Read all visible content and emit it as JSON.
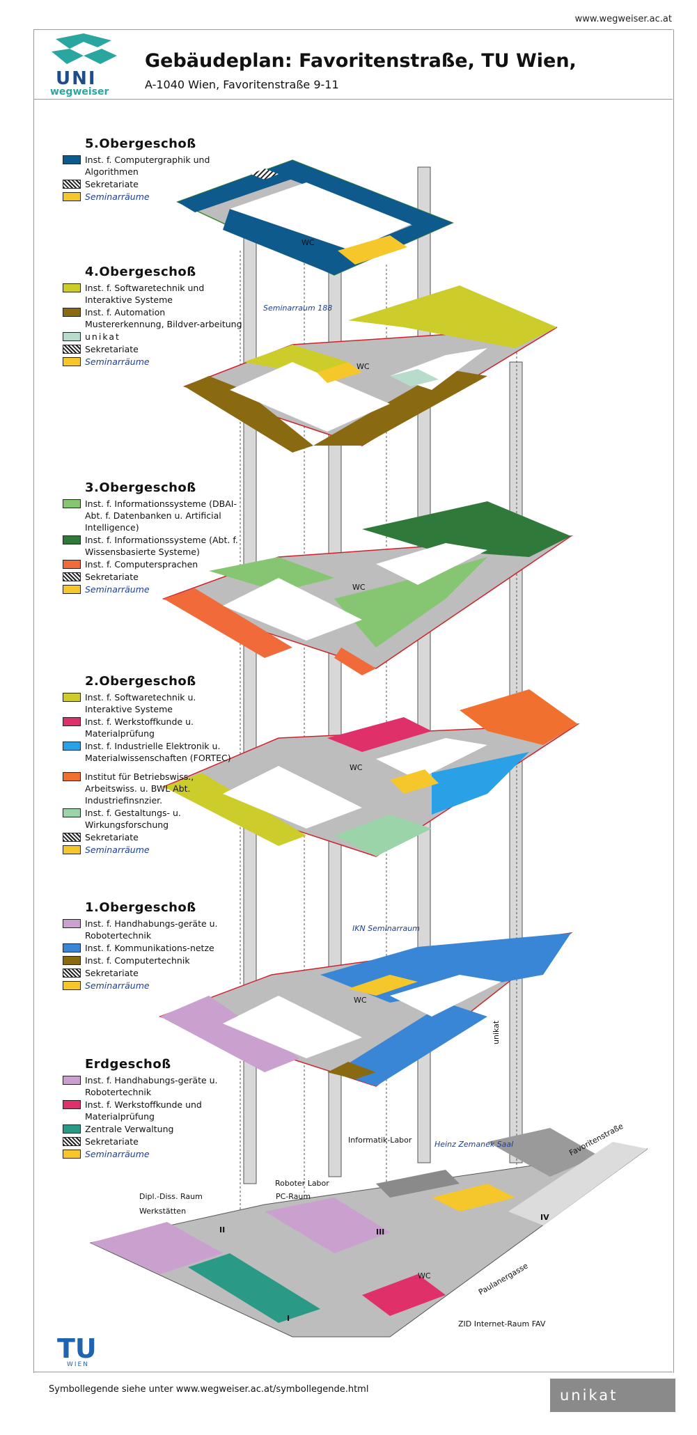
{
  "header": {
    "site_url": "www.wegweiser.ac.at",
    "title": "Gebäudeplan: Favoritenstraße, TU Wien,",
    "address": "A-1040 Wien, Favoritenstraße 9-11",
    "logo_main": "UNI",
    "logo_sub": "wegweiser"
  },
  "colors": {
    "cg": "#0f5a8c",
    "sec": "hatch",
    "sem": "#f6c72a",
    "sw": "#cccc2a",
    "auto": "#8a6a10",
    "unikat": "#b7dccb",
    "is": "#86c672",
    "isdark": "#2f7a3a",
    "cs": "#f06a3a",
    "werk": "#e0306a",
    "ind": "#2aa0e6",
    "bwl": "#f07030",
    "gest": "#9ad4a8",
    "hand": "#caa0cf",
    "komm": "#3a86d6",
    "ctech": "#8a6a10",
    "verw": "#2a9a86",
    "corridor": "#bdbdbd",
    "outline_red": "#d0202a",
    "outline_green": "#3a8a2a"
  },
  "legends": [
    {
      "title": "5.Obergeschoß",
      "items": [
        {
          "text": "Inst. f. Computergraphik und Algorithmen",
          "color": "#0f5a8c"
        },
        {
          "text": "Sekretariate",
          "color": "hatch"
        },
        {
          "text": "Seminarräume",
          "color": "#f6c72a",
          "seminar": true
        }
      ]
    },
    {
      "title": "4.Obergeschoß",
      "items": [
        {
          "text": "Inst. f. Softwaretechnik und Interaktive Systeme",
          "color": "#cccc2a"
        },
        {
          "text": "Inst. f. Automation Mustererkennung, Bildver-arbeitung",
          "color": "#8a6a10"
        },
        {
          "text": "unikat",
          "color": "#b7dccb"
        },
        {
          "text": "Sekretariate",
          "color": "hatch"
        },
        {
          "text": "Seminarräume",
          "color": "#f6c72a",
          "seminar": true
        }
      ]
    },
    {
      "title": "3.Obergeschoß",
      "items": [
        {
          "text": "Inst. f. Informationssysteme (DBAI-Abt. f. Datenbanken u. Artificial Intelligence)",
          "color": "#86c672"
        },
        {
          "text": "Inst. f. Informationssysteme (Abt. f. Wissensbasierte Systeme)",
          "color": "#2f7a3a"
        },
        {
          "text": "Inst. f. Computersprachen",
          "color": "#f06a3a"
        },
        {
          "text": "Sekretariate",
          "color": "hatch"
        },
        {
          "text": "Seminarräume",
          "color": "#f6c72a",
          "seminar": true
        }
      ]
    },
    {
      "title": "2.Obergeschoß",
      "items": [
        {
          "text": "Inst. f. Softwaretechnik u. Interaktive Systeme",
          "color": "#cccc2a"
        },
        {
          "text": "Inst. f. Werkstoffkunde u. Materialprüfung",
          "color": "#e0306a"
        },
        {
          "text": "Inst. f. Industrielle Elektronik u. Materialwissenschaften (FORTEC)",
          "color": "#2aa0e6"
        },
        {
          "text": "Institut für Betriebswiss., Arbeitswiss. u. BWL Abt. Industriefinsnzier.",
          "color": "#f07030"
        },
        {
          "text": "Inst. f. Gestaltungs- u. Wirkungsforschung",
          "color": "#9ad4a8"
        },
        {
          "text": "Sekretariate",
          "color": "hatch"
        },
        {
          "text": "Seminarräume",
          "color": "#f6c72a",
          "seminar": true
        }
      ]
    },
    {
      "title": "1.Obergeschoß",
      "items": [
        {
          "text": "Inst. f. Handhabungs-geräte u. Robotertechnik",
          "color": "#caa0cf"
        },
        {
          "text": "Inst. f. Kommunikations-netze",
          "color": "#3a86d6"
        },
        {
          "text": "Inst. f. Computertechnik",
          "color": "#8a6a10"
        },
        {
          "text": "Sekretariate",
          "color": "hatch"
        },
        {
          "text": "Seminarräume",
          "color": "#f6c72a",
          "seminar": true
        }
      ]
    },
    {
      "title": "Erdgeschoß",
      "items": [
        {
          "text": "Inst. f. Handhabungs-geräte u. Robotertechnik",
          "color": "#caa0cf"
        },
        {
          "text": "Inst. f. Werkstoffkunde und Materialprüfung",
          "color": "#e0306a"
        },
        {
          "text": "Zentrale Verwaltung",
          "color": "#2a9a86"
        },
        {
          "text": "Sekretariate",
          "color": "hatch"
        },
        {
          "text": "Seminarräume",
          "color": "#f6c72a",
          "seminar": true
        }
      ]
    }
  ],
  "plan_labels": {
    "wc": "WC",
    "seminarraum_188": "Seminarraum 188",
    "ikn_seminarraum": "IKN Seminarraum",
    "heinz_zemanek": "Heinz Zemanek Saal",
    "informatik_labor": "Informatik-Labor",
    "roboter_labor": "Roboter Labor",
    "pc_raum": "PC-Raum",
    "dipl_diss": "Dipl.-Diss. Raum",
    "werkstaetten": "Werkstätten",
    "zid": "ZID Internet-Raum FAV",
    "street_1": "Favoritenstraße",
    "street_2": "Paulanergasse",
    "stair_I": "I",
    "stair_II": "II",
    "stair_III": "III",
    "stair_IV": "IV",
    "unikat_vert": "unikat"
  },
  "footer": {
    "legend_text": "Symbollegende siehe unter www.wegweiser.ac.at/symbollegende.html",
    "unikat": "unikat",
    "tu": "TU",
    "tu_sub": "WIEN"
  }
}
